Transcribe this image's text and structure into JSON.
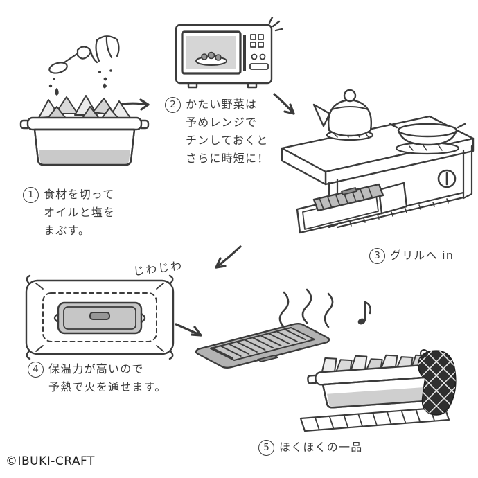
{
  "page": {
    "copyright": "©IBUKI-CRAFT"
  },
  "steps": [
    {
      "num": "1",
      "lines": [
        "食材を切って",
        "オイルと塩を",
        "まぶす。"
      ]
    },
    {
      "num": "2",
      "lines": [
        "かたい野菜は",
        "予めレンジで",
        "チンしておくと",
        "さらに時短に！"
      ]
    },
    {
      "num": "3",
      "lines": [
        "グリルへ in"
      ]
    },
    {
      "num": "4",
      "lines": [
        "保温力が高いので",
        "予熱で火を通せます。"
      ]
    },
    {
      "num": "5",
      "lines": [
        "ほくほくの一品"
      ]
    }
  ],
  "annotations": {
    "simmer": "じわじわ"
  },
  "colors": {
    "ink": "#3b3b3b",
    "pan_gray": "#b5b5b5",
    "shade_gray": "#c9c9c9",
    "mitt_dark": "#2f2f2f",
    "background": "#ffffff"
  }
}
